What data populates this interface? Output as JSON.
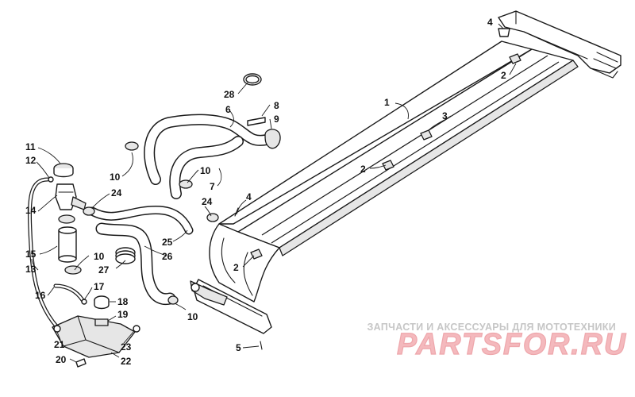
{
  "diagram": {
    "callouts": [
      "1",
      "2",
      "2",
      "2",
      "3",
      "4",
      "4",
      "5",
      "6",
      "7",
      "8",
      "9",
      "10",
      "10",
      "10",
      "10",
      "11",
      "12",
      "13",
      "14",
      "15",
      "16",
      "17",
      "18",
      "19",
      "20",
      "21",
      "22",
      "23",
      "24",
      "24",
      "25",
      "26",
      "27",
      "28"
    ]
  },
  "watermark": {
    "tagline": "ЗАПЧАСТИ И АКСЕССУАРЫ ДЛЯ МОТОТЕХНИКИ",
    "logo": "PARTSFOR.RU"
  }
}
